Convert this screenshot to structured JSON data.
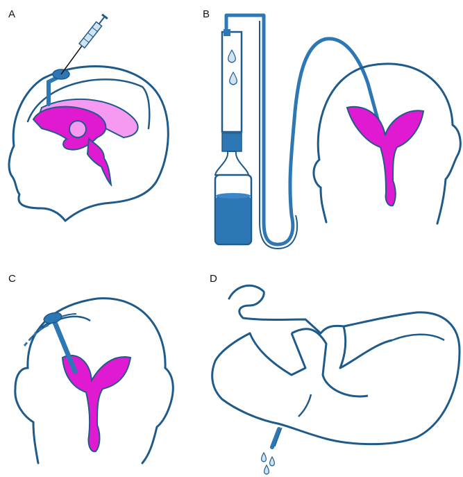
{
  "panels": [
    {
      "label": "A"
    },
    {
      "label": "B"
    },
    {
      "label": "C"
    },
    {
      "label": "D"
    }
  ],
  "colors": {
    "outline": "#1e5a8a",
    "device": "#2d78b4",
    "ventricle": "#e01ad0",
    "ventricle_light": "#f59af0",
    "fluid": "#3b86c6",
    "drop_fill": "#cfe3f2"
  }
}
